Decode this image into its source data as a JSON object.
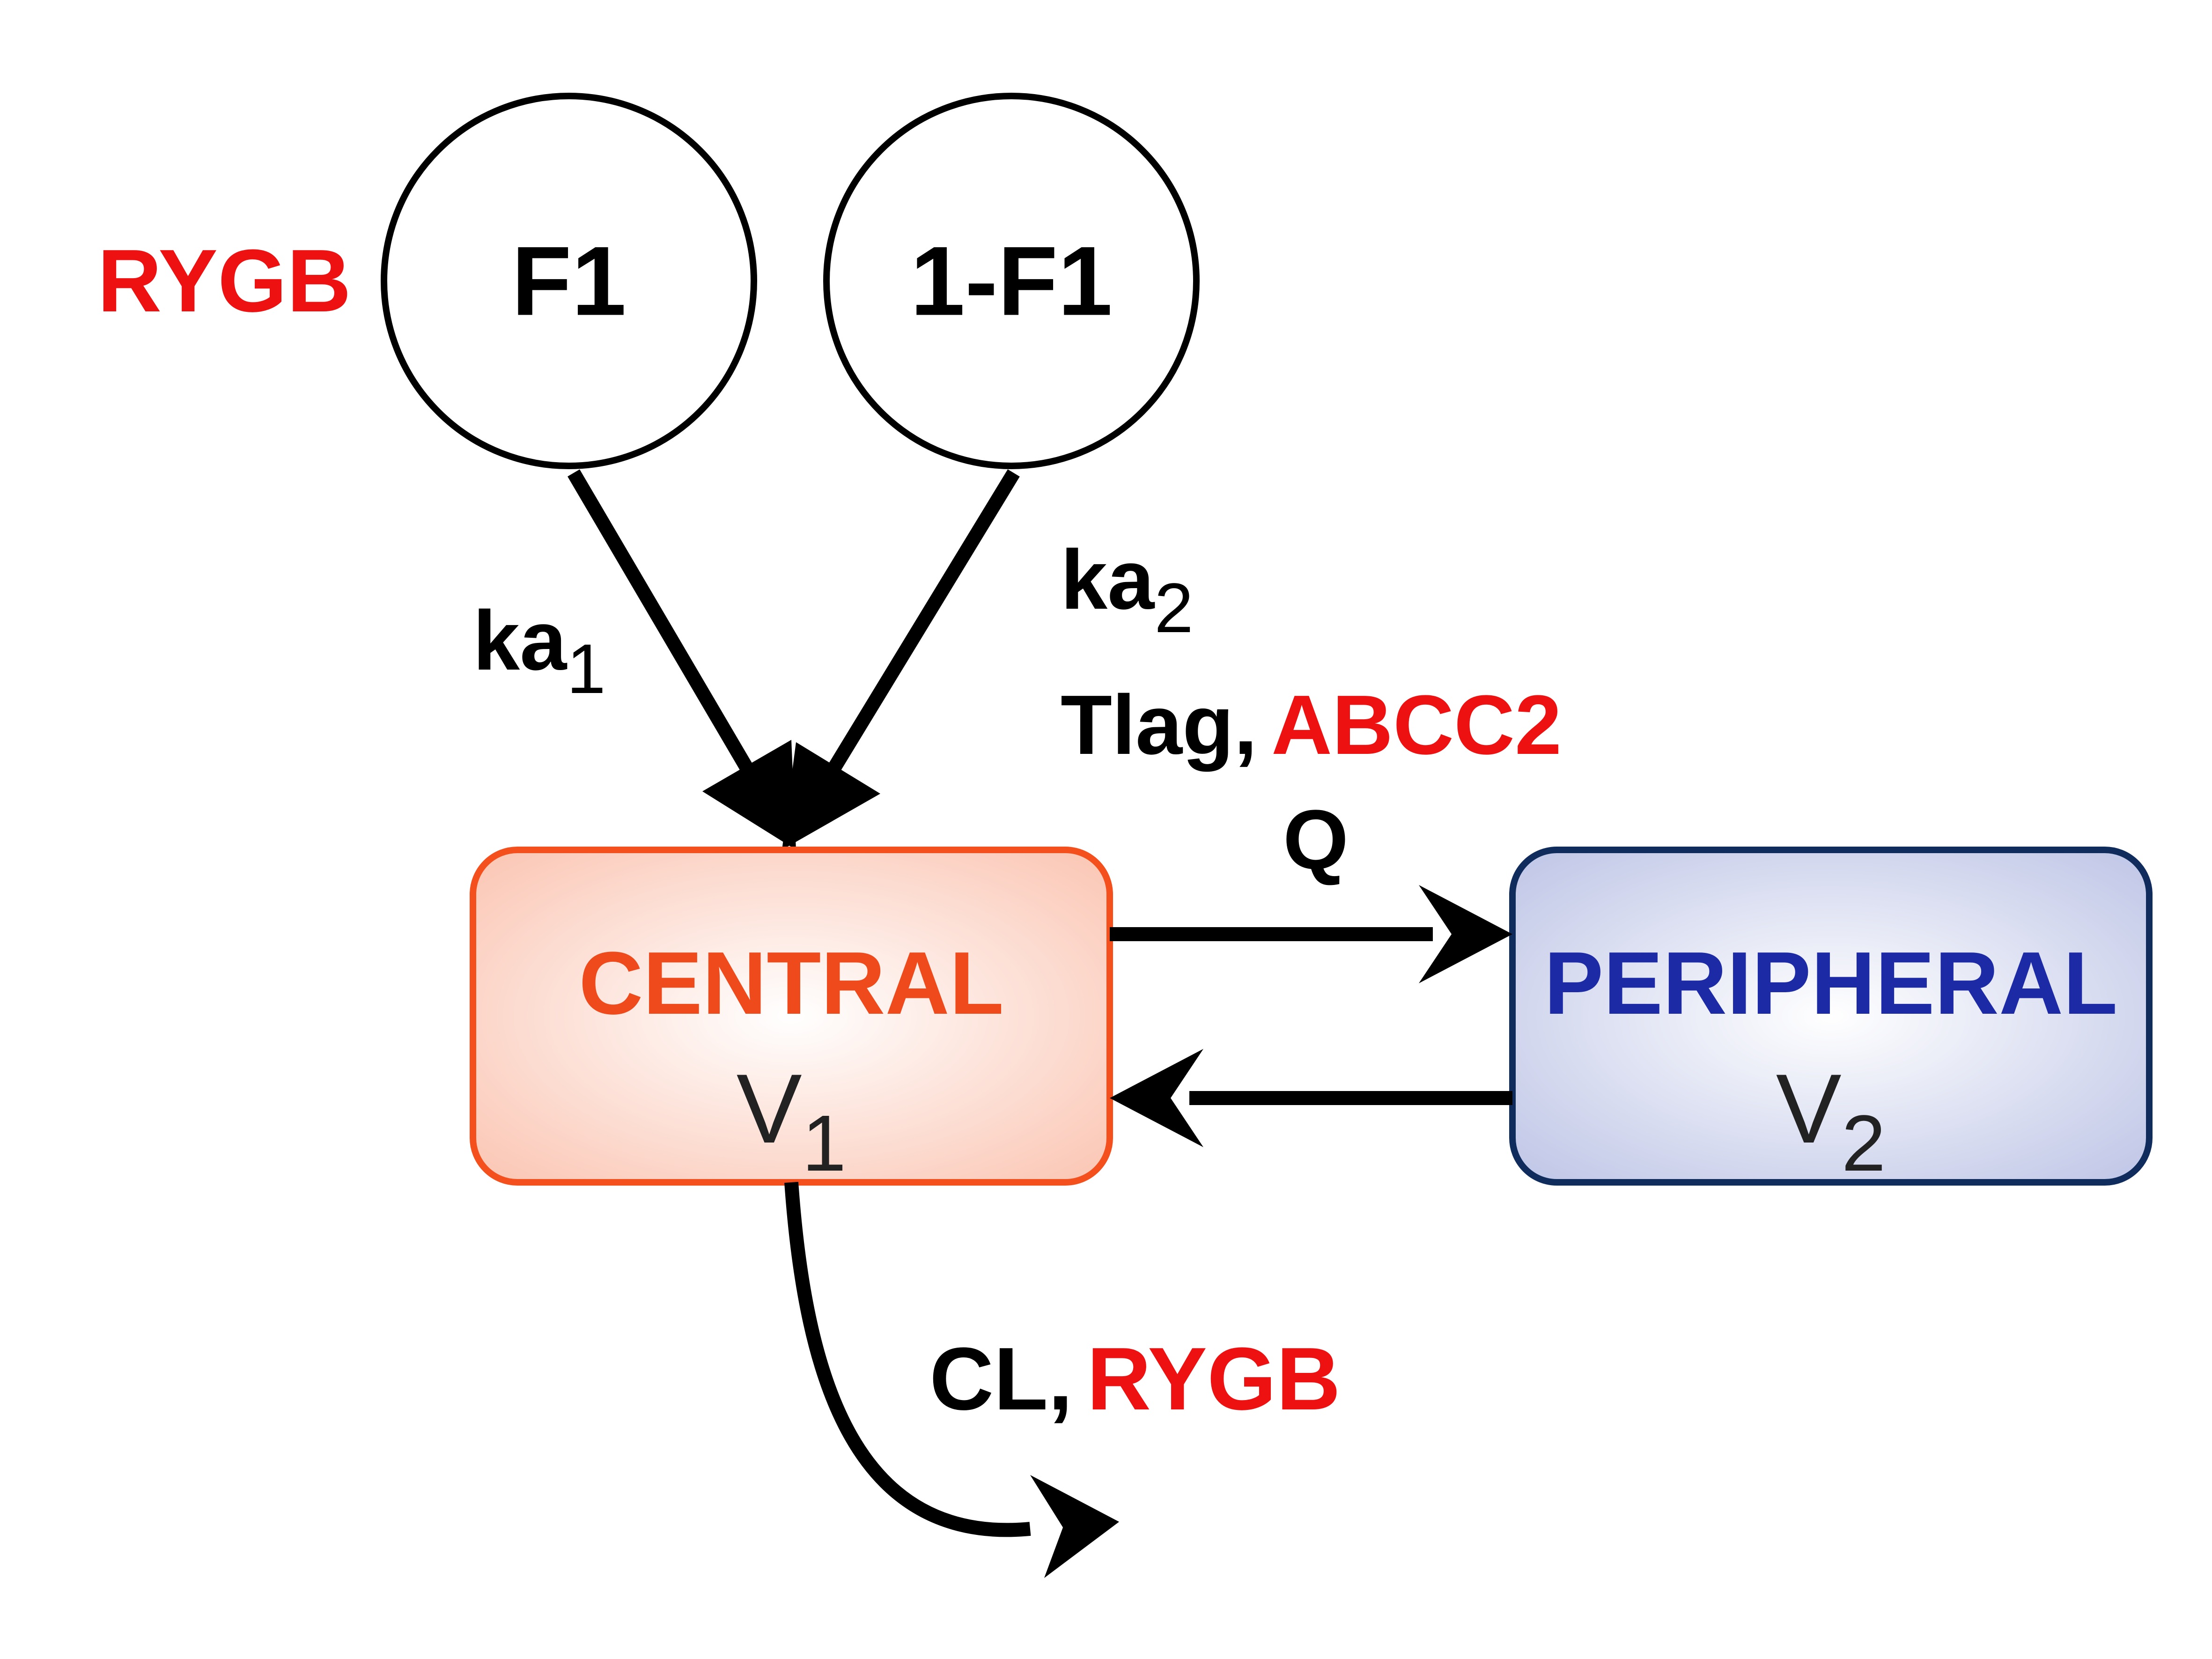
{
  "colors": {
    "highlight": "#ee1111",
    "central_text": "#ee4a1c",
    "central_border": "#f4501e",
    "central_fill_center": "#ffffff",
    "central_fill_edge": "#fbc9b8",
    "peripheral_text": "#1c2aa6",
    "peripheral_border": "#102c5c",
    "peripheral_fill_center": "#ffffff",
    "peripheral_fill_edge": "#c3c9e8",
    "ink": "#000000"
  },
  "depots": [
    {
      "id": "f1",
      "label": "F1"
    },
    {
      "id": "one-minus-f1",
      "label": "1-F1"
    }
  ],
  "depot_covariate": "RYGB",
  "absorption": {
    "ka1": {
      "base": "ka",
      "sub": "1"
    },
    "ka2": {
      "base": "ka",
      "sub": "2"
    },
    "tlag_label": "Tlag,",
    "tlag_covariate": "ABCC2"
  },
  "central": {
    "title": "CENTRAL",
    "volume_base": "V",
    "volume_sub": "1"
  },
  "peripheral": {
    "title": "PERIPHERAL",
    "volume_base": "V",
    "volume_sub": "2"
  },
  "intercompartmental_label": "Q",
  "elimination": {
    "label": "CL,",
    "covariate": "RYGB"
  }
}
